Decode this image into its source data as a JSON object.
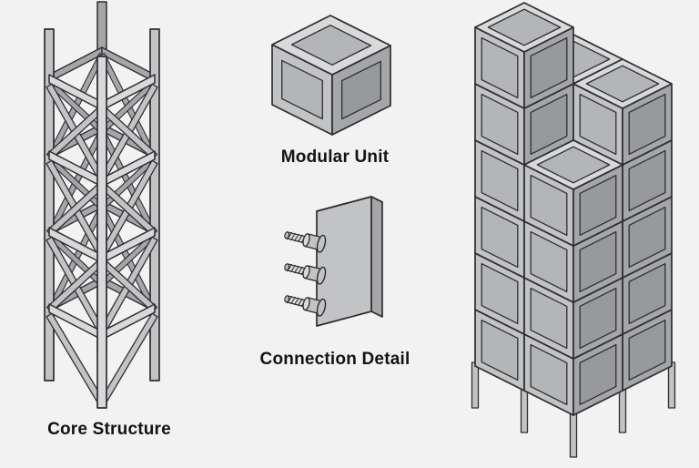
{
  "labels": {
    "core_structure": "Core Structure",
    "modular_unit": "Modular Unit",
    "connection_detail": "Connection Detail"
  },
  "colors": {
    "background": "#f2f2f3",
    "outline": "#2e2e30",
    "face_light": "#d8d9da",
    "face_mid": "#c2c3c5",
    "face_dark": "#a4a6a9",
    "interior": "#b3b5b7",
    "interior_dark": "#97999c",
    "text": "#141414"
  }
}
